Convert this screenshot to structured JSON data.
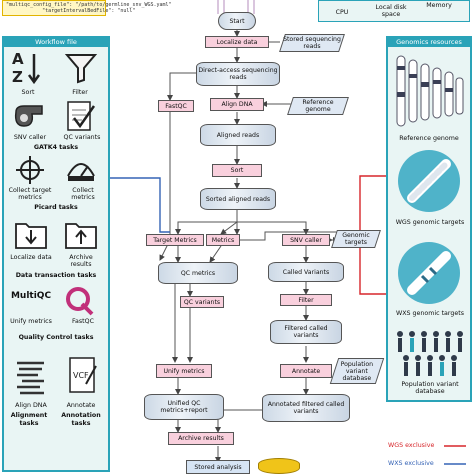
{
  "config": {
    "lines": [
      "\"multiqc_config_file\": \"/path/to/germline_snv_WGS.yaml\"",
      "\"targetIntervalBedFile\": \"null\""
    ]
  },
  "hardware": {
    "cpu": "CPU",
    "disk": "Local disk space",
    "memory": "Memory"
  },
  "workflow_panel": {
    "title": "Workflow file",
    "icons": {
      "sort": "Sort",
      "filter": "Filter",
      "snv_caller": "SNV caller",
      "qc_variants": "QC variants",
      "collect_target": "Collect target metrics",
      "collect_metrics": "Collect metrics",
      "localize": "Localize data",
      "archive": "Archive results",
      "unify": "Unify metrics",
      "fastqc": "FastQC",
      "align": "Align DNA",
      "annotate": "Annotate"
    },
    "categories": {
      "gatk4": "GATK4 tasks",
      "picard": "Picard tasks",
      "data_transaction": "Data transaction tasks",
      "quality_control": "Quality Control tasks",
      "alignment": "Alignment tasks",
      "annotation": "Annotation tasks"
    }
  },
  "genomics_panel": {
    "title": "Genomics resources",
    "items": {
      "reference_genome": "Reference genome",
      "wgs_targets": "WGS genomic targets",
      "wxs_targets": "WXS genomic targets",
      "population_db": "Population variant database"
    }
  },
  "flow": {
    "start": "Start",
    "localize": "Localize data",
    "stored_reads": "Stored sequencing reads",
    "direct_access": "Direct-access sequencing reads",
    "fastqc": "FastQC",
    "align_dna": "Align DNA",
    "reference_genome": "Reference genome",
    "aligned_reads": "Aligned reads",
    "sort": "Sort",
    "sorted_reads": "Sorted aligned reads",
    "target_metrics": "Target Metrics",
    "metrics": "Metrics",
    "snv_caller": "SNV caller",
    "genomic_targets": "Genomic targets",
    "qc_metrics": "QC metrics",
    "called_variants": "Called Variants",
    "qc_variants": "QC variants",
    "filter": "Filter",
    "filtered_variants": "Filtered called variants",
    "unify_metrics": "Unify metrics",
    "annotate": "Annotate",
    "population_db": "Population variant database",
    "unified_qc": "Unified QC metrics+report",
    "annotated_filtered": "Annotated filtered called variants",
    "archive": "Archive results",
    "stored_analysis": "Stored analysis"
  },
  "legend": {
    "wgs": "WGS exclusive",
    "wxs": "WXS exclusive"
  },
  "colors": {
    "wgs": "#d7262b",
    "wxs": "#3563b5",
    "teal": "#2aa3b8",
    "pink": "#f9d0dd"
  }
}
